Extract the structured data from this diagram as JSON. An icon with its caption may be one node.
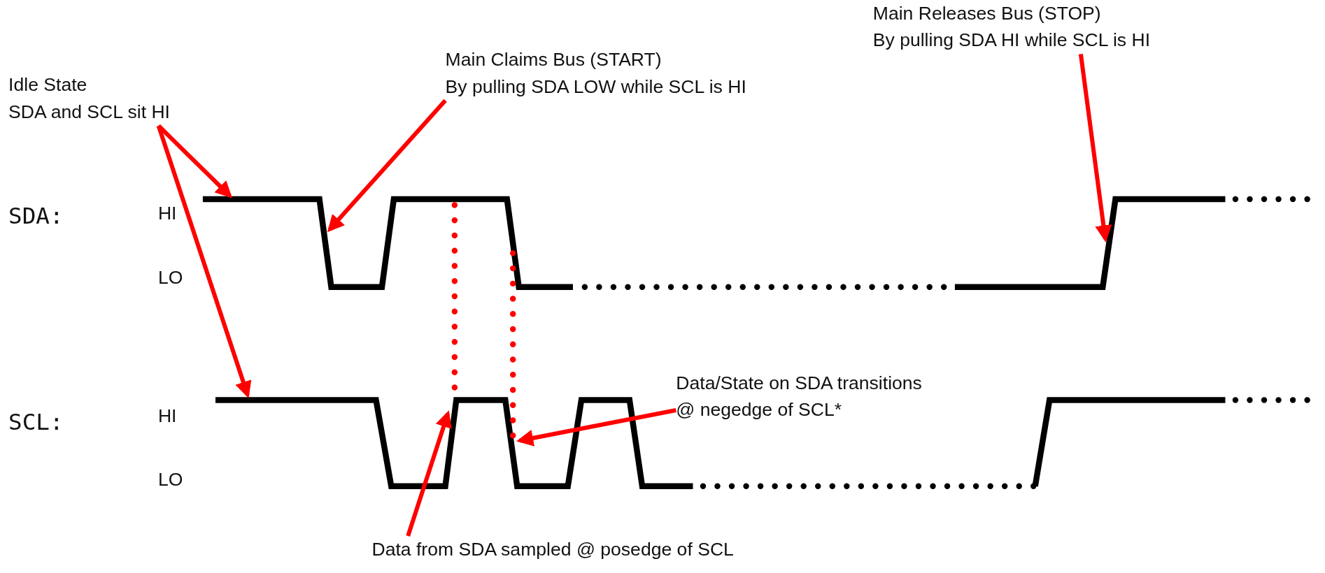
{
  "diagram": {
    "nodes": [
      {
        "text": [
          "Idle State",
          "SDA and SCL sit HI"
        ]
      },
      {
        "text": [
          "Main Claims Bus (START)",
          "By pulling SDA LOW while SCL is HI"
        ]
      },
      {
        "text": [
          "Main Releases Bus (STOP)",
          "By pulling SDA HI while SCL is HI"
        ]
      },
      {
        "text": [
          "Data/State on SDA transitions @ negedge of SCL*"
        ]
      },
      {
        "text": [
          "Data from SDA sampled @ posedge of SCL"
        ]
      },
      {
        "text": [],
        "shape": "waveform"
      },
      {
        "text": [],
        "shape": "waveform"
      }
    ],
    "edges": [
      {
        "from": 0,
        "to": 5,
        "arrow": "to"
      },
      {
        "from": 0,
        "to": 6,
        "arrow": "to"
      },
      {
        "from": 1,
        "to": 5,
        "arrow": "to"
      },
      {
        "from": 2,
        "to": 5,
        "arrow": "to"
      },
      {
        "from": 3,
        "to": 6,
        "arrow": "to"
      },
      {
        "from": 4,
        "to": 6,
        "arrow": "to"
      },
      {
        "from": 5,
        "to": 6,
        "arrow": "none",
        "style": "dashed"
      },
      {
        "from": 5,
        "to": 6,
        "arrow": "none",
        "style": "dashed"
      }
    ],
    "labels": [
      "SDA:",
      "HI",
      "LO",
      "SCL:",
      "HI",
      "LO"
    ]
  }
}
